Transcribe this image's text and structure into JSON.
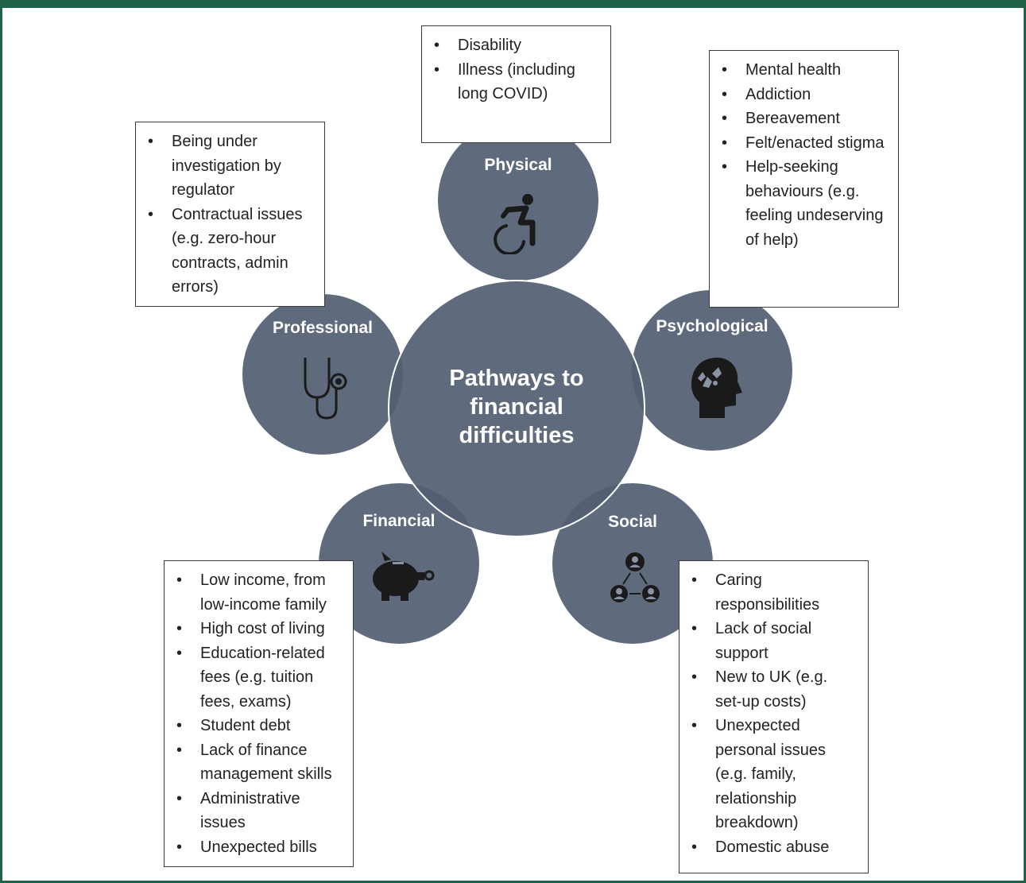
{
  "center": {
    "title_line1": "Pathways to",
    "title_line2": "financial",
    "title_line3": "difficulties"
  },
  "categories": {
    "physical": {
      "label": "Physical",
      "icon": "wheelchair-icon",
      "items": [
        "Disability",
        "Illness (including long COVID)"
      ]
    },
    "psychological": {
      "label": "Psychological",
      "icon": "brain-puzzle-icon",
      "items": [
        "Mental health",
        "Addiction",
        "Bereavement",
        "Felt/enacted stigma",
        "Help-seeking behaviours (e.g. feeling undeserving of help)"
      ]
    },
    "professional": {
      "label": "Professional",
      "icon": "stethoscope-icon",
      "items": [
        "Being under investigation by regulator",
        "Contractual issues (e.g. zero-hour contracts, admin errors)"
      ]
    },
    "financial": {
      "label": "Financial",
      "icon": "piggy-bank-icon",
      "items": [
        "Low income, from low-income family",
        "High cost of living",
        "Education-related fees (e.g. tuition fees, exams)",
        "Student debt",
        "Lack of finance management skills",
        "Administrative issues",
        "Unexpected bills"
      ]
    },
    "social": {
      "label": "Social",
      "icon": "social-network-icon",
      "items": [
        "Caring responsibilities",
        "Lack of social support",
        "New to UK (e.g. set-up costs)",
        "Unexpected personal issues (e.g. family, relationship breakdown)",
        "Domestic abuse"
      ]
    }
  },
  "colors": {
    "circle_fill": "#545f73",
    "frame_green": "#1e6347",
    "icon_dark": "#1a1a1a"
  }
}
